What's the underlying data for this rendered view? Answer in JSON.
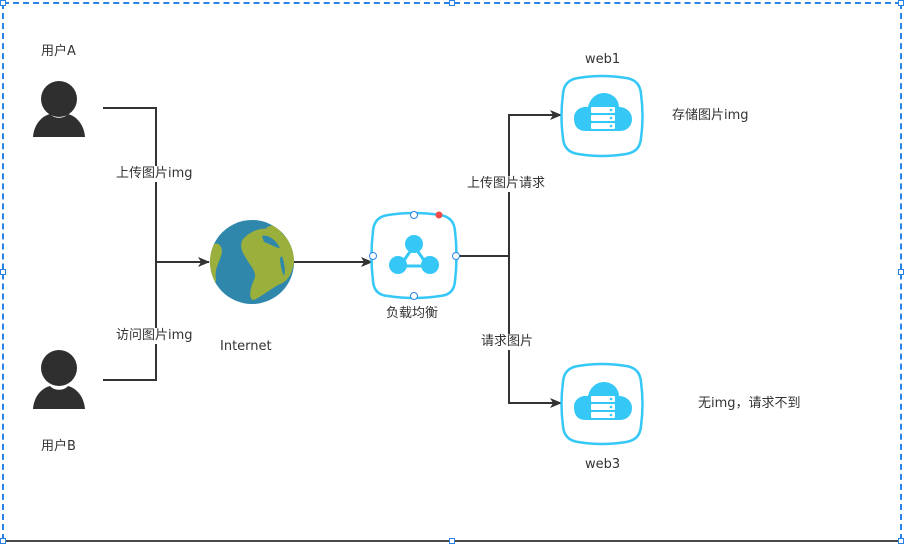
{
  "diagram": {
    "nodes": {
      "user_a": {
        "label": "用户A",
        "icon": "user-icon"
      },
      "user_b": {
        "label": "用户B",
        "icon": "user-icon"
      },
      "internet": {
        "label": "Internet",
        "icon": "globe-icon"
      },
      "load_balancer": {
        "label": "负载均衡",
        "icon": "load-balancer-icon"
      },
      "web1": {
        "label": "web1",
        "icon": "cloud-server-icon",
        "note": "存储图片img"
      },
      "web3": {
        "label": "web3",
        "icon": "cloud-server-icon",
        "note": "无img，请求不到"
      }
    },
    "edges": {
      "upload_img": "上传图片img",
      "access_img": "访问图片img",
      "upload_request": "上传图片请求",
      "request_img": "请求图片"
    }
  },
  "colors": {
    "accent": "#35c8f7",
    "line": "#333333",
    "user": "#2f2f2f",
    "globe_ocean": "#2f87ac",
    "globe_land": "#9bb03c",
    "selection": "#2a84e6",
    "marker": "#ef4b4b"
  }
}
